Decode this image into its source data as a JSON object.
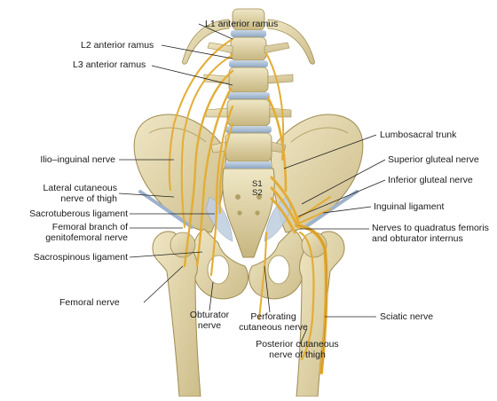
{
  "labels": {
    "l1": "L1 anterior ramus",
    "l2": "L2 anterior ramus",
    "l3": "L3 anterior ramus",
    "ilioinguinal": "Ilio–inguinal nerve",
    "lateral_cutaneous_1": "Lateral cutaneous",
    "lateral_cutaneous_2": "nerve of thigh",
    "sacrotuberous": "Sacrotuberous ligament",
    "femoral_branch_1": "Femoral branch of",
    "femoral_branch_2": "genitofemoral nerve",
    "sacrospinous": "Sacrospinous ligament",
    "femoral_nerve": "Femoral nerve",
    "obturator_1": "Obturator",
    "obturator_2": "nerve",
    "perforating_1": "Perforating",
    "perforating_2": "cutaneous nerve",
    "posterior_1": "Posterior cutaneous",
    "posterior_2": "nerve of thigh",
    "sciatic": "Sciatic nerve",
    "lumbosacral": "Lumbosacral trunk",
    "superior_gluteal": "Superior gluteal nerve",
    "inferior_gluteal": "Inferior gluteal nerve",
    "inguinal": "Inguinal ligament",
    "quadratus_1": "Nerves to quadratus femoris",
    "quadratus_2": "and obturator internus",
    "s1": "S1",
    "s2": "S2"
  },
  "colors": {
    "bone": "#e6dcb4",
    "bone_shade": "#c9ba86",
    "bone_dark": "#a8965e",
    "disc": "#a9bfd6",
    "nerve": "#e8b340",
    "nerve_dark": "#b9821c",
    "ligament": "#b7c6d9",
    "leader": "#222222"
  }
}
